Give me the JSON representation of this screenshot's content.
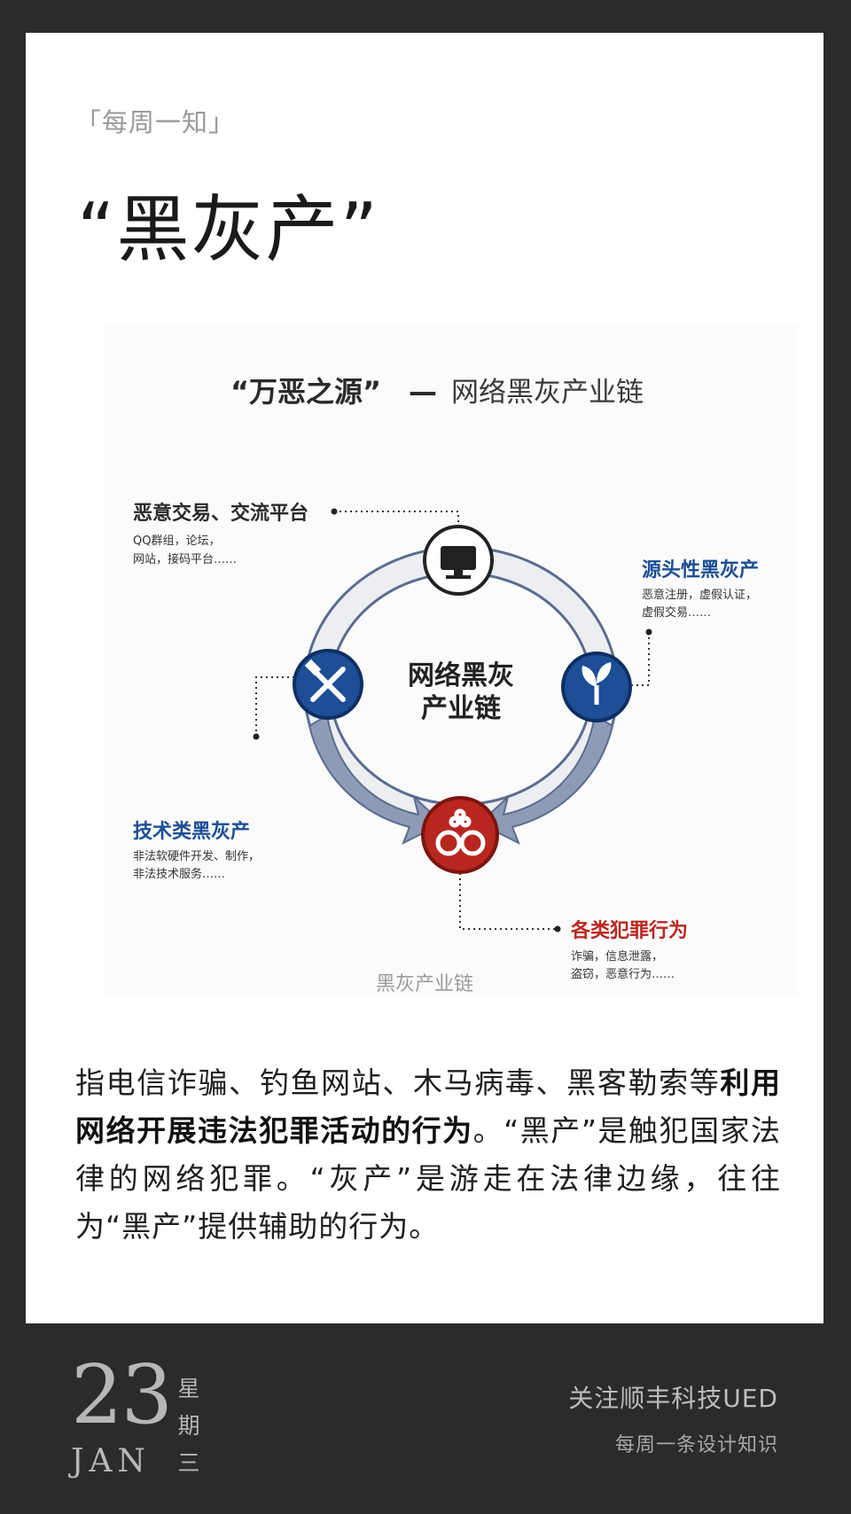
{
  "card": {
    "series": "「每周一知」",
    "title": "“黑灰产”"
  },
  "figure": {
    "heading_quote": "“万恶之源”",
    "heading_dash": "—",
    "heading_rest": "网络黑灰产业链",
    "center_line1": "网络黑灰",
    "center_line2": "产业链",
    "nodes": {
      "platform": {
        "title": "恶意交易、交流平台",
        "desc1": "QQ群组，论坛，",
        "desc2": "网站，接码平台……"
      },
      "source": {
        "title": "源头性黑灰产",
        "desc1": "恶意注册，虚假认证，",
        "desc2": "虚假交易……"
      },
      "tech": {
        "title": "技术类黑灰产",
        "desc1": "非法软硬件开发、制作，",
        "desc2": "非法技术服务……"
      },
      "crime": {
        "title": "各类犯罪行为",
        "desc1": "诈骗，信息泄露，",
        "desc2": "盗窃，恶意行为……"
      }
    },
    "colors": {
      "blue": "#1d4e96",
      "red": "#b8271f",
      "arrow": "#8e9bb6"
    },
    "caption": "黑灰产业链"
  },
  "body": {
    "part1": "指电信诈骗、钓鱼网站、木马病毒、黑客勒索等",
    "bold": "利用网络开展违法犯罪活动的行为",
    "part2": "。“黑产”是触犯国家法律的网络犯罪。“灰产”是游走在法律边缘，往往为“黑产”提供辅助的行为。"
  },
  "footer": {
    "day": "23",
    "month": "JAN",
    "week1": "星",
    "week2": "期",
    "week3": "三",
    "follow": "关注顺丰科技UED",
    "tagline": "每周一条设计知识"
  }
}
